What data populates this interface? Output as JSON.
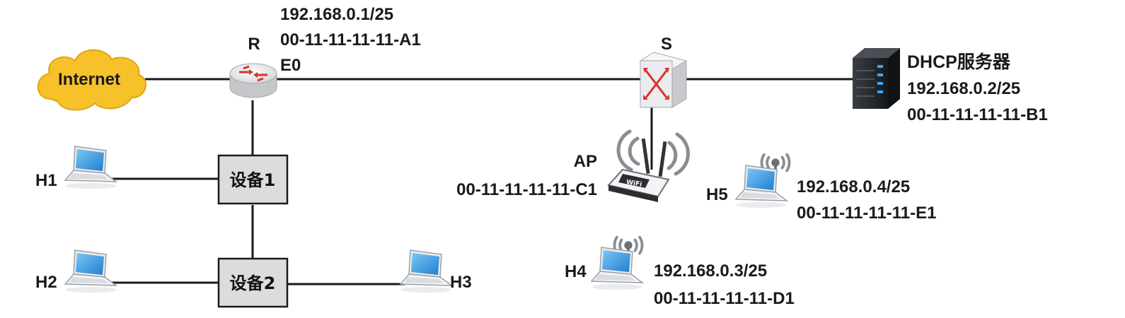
{
  "internet": {
    "label": "Internet"
  },
  "router": {
    "name": "R",
    "ip": "192.168.0.1/25",
    "mac": "00-11-11-11-11-A1",
    "interface": "E0"
  },
  "switch": {
    "name": "S"
  },
  "dhcp_server": {
    "name": "DHCP服务器",
    "ip": "192.168.0.2/25",
    "mac": "00-11-11-11-11-B1"
  },
  "access_point": {
    "name": "AP",
    "mac": "00-11-11-11-11-C1",
    "logo": "WiFi"
  },
  "device1": {
    "label": "设备1"
  },
  "device2": {
    "label": "设备2"
  },
  "hosts": {
    "h1": {
      "name": "H1"
    },
    "h2": {
      "name": "H2"
    },
    "h3": {
      "name": "H3"
    },
    "h4": {
      "name": "H4",
      "ip": "192.168.0.3/25",
      "mac": "00-11-11-11-11-D1"
    },
    "h5": {
      "name": "H5",
      "ip": "192.168.0.4/25",
      "mac": "00-11-11-11-11-E1"
    }
  },
  "colors": {
    "cloud": "#f7c12a",
    "router": "#e9e9ec",
    "switch": "#ececef",
    "arrow": "#d8312c",
    "device_box": "#dcdcdc",
    "laptop_screen": "#2f96de",
    "server": "#1f2226",
    "server_led": "#3fa3ff"
  },
  "icons": [
    "cloud-icon",
    "router-icon",
    "switch-icon",
    "server-icon",
    "wifi-router-icon",
    "laptop-icon",
    "wireless-signal-icon"
  ]
}
